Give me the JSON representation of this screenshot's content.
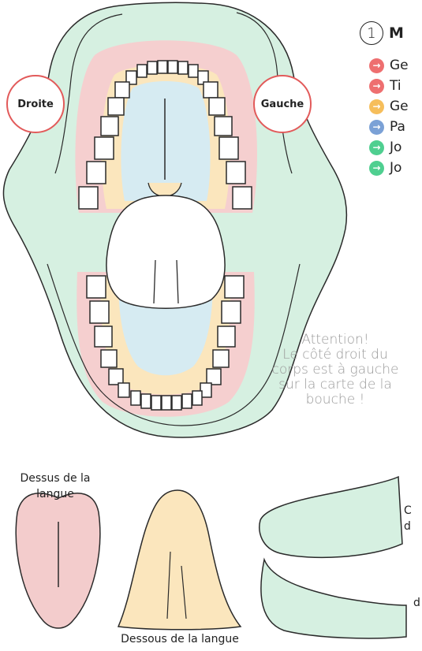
{
  "step": {
    "number": "1",
    "title": "M"
  },
  "side_labels": {
    "droite": "Droite",
    "gauche": "Gauche"
  },
  "legend": [
    {
      "label": "Ge",
      "color": "#ee6f70",
      "icon": "arrow-right-icon"
    },
    {
      "label": "Ti",
      "color": "#ee6f70",
      "icon": "arrow-right-icon"
    },
    {
      "label": "Ge",
      "color": "#f6be5b",
      "icon": "arrow-right-icon"
    },
    {
      "label": "Pa",
      "color": "#7ba1d6",
      "icon": "arrow-right-icon"
    },
    {
      "label": "Jo",
      "color": "#4fcf90",
      "icon": "arrow-right-icon"
    },
    {
      "label": "Jo",
      "color": "#4fcf90",
      "icon": "arrow-right-icon"
    }
  ],
  "warning": {
    "line1": "Attention!",
    "line2": "Le côté droit du",
    "line3": "corps est à gauche",
    "line4": "sur la carte de la",
    "line5": "bouche !"
  },
  "captions": {
    "dessus_line1": "Dessus de la",
    "dessus_line2": "langue",
    "dessous": "Dessous de la langue",
    "side1_line1": "C",
    "side1_line2": "d",
    "side2": "d"
  },
  "colors": {
    "gum_pink": "#f5cfcf",
    "palate_blue": "#d6ebf2",
    "gum_yellow": "#fbe6bd",
    "cheek_green": "#d6f0e1",
    "tongue_pink": "#f3cccc",
    "tongue_yellow": "#fbe6bd",
    "side_green": "#d6f0e1",
    "outline": "#2a2a2a",
    "circle_red": "#e25a5a",
    "warning_gray": "#9a9a9a"
  }
}
